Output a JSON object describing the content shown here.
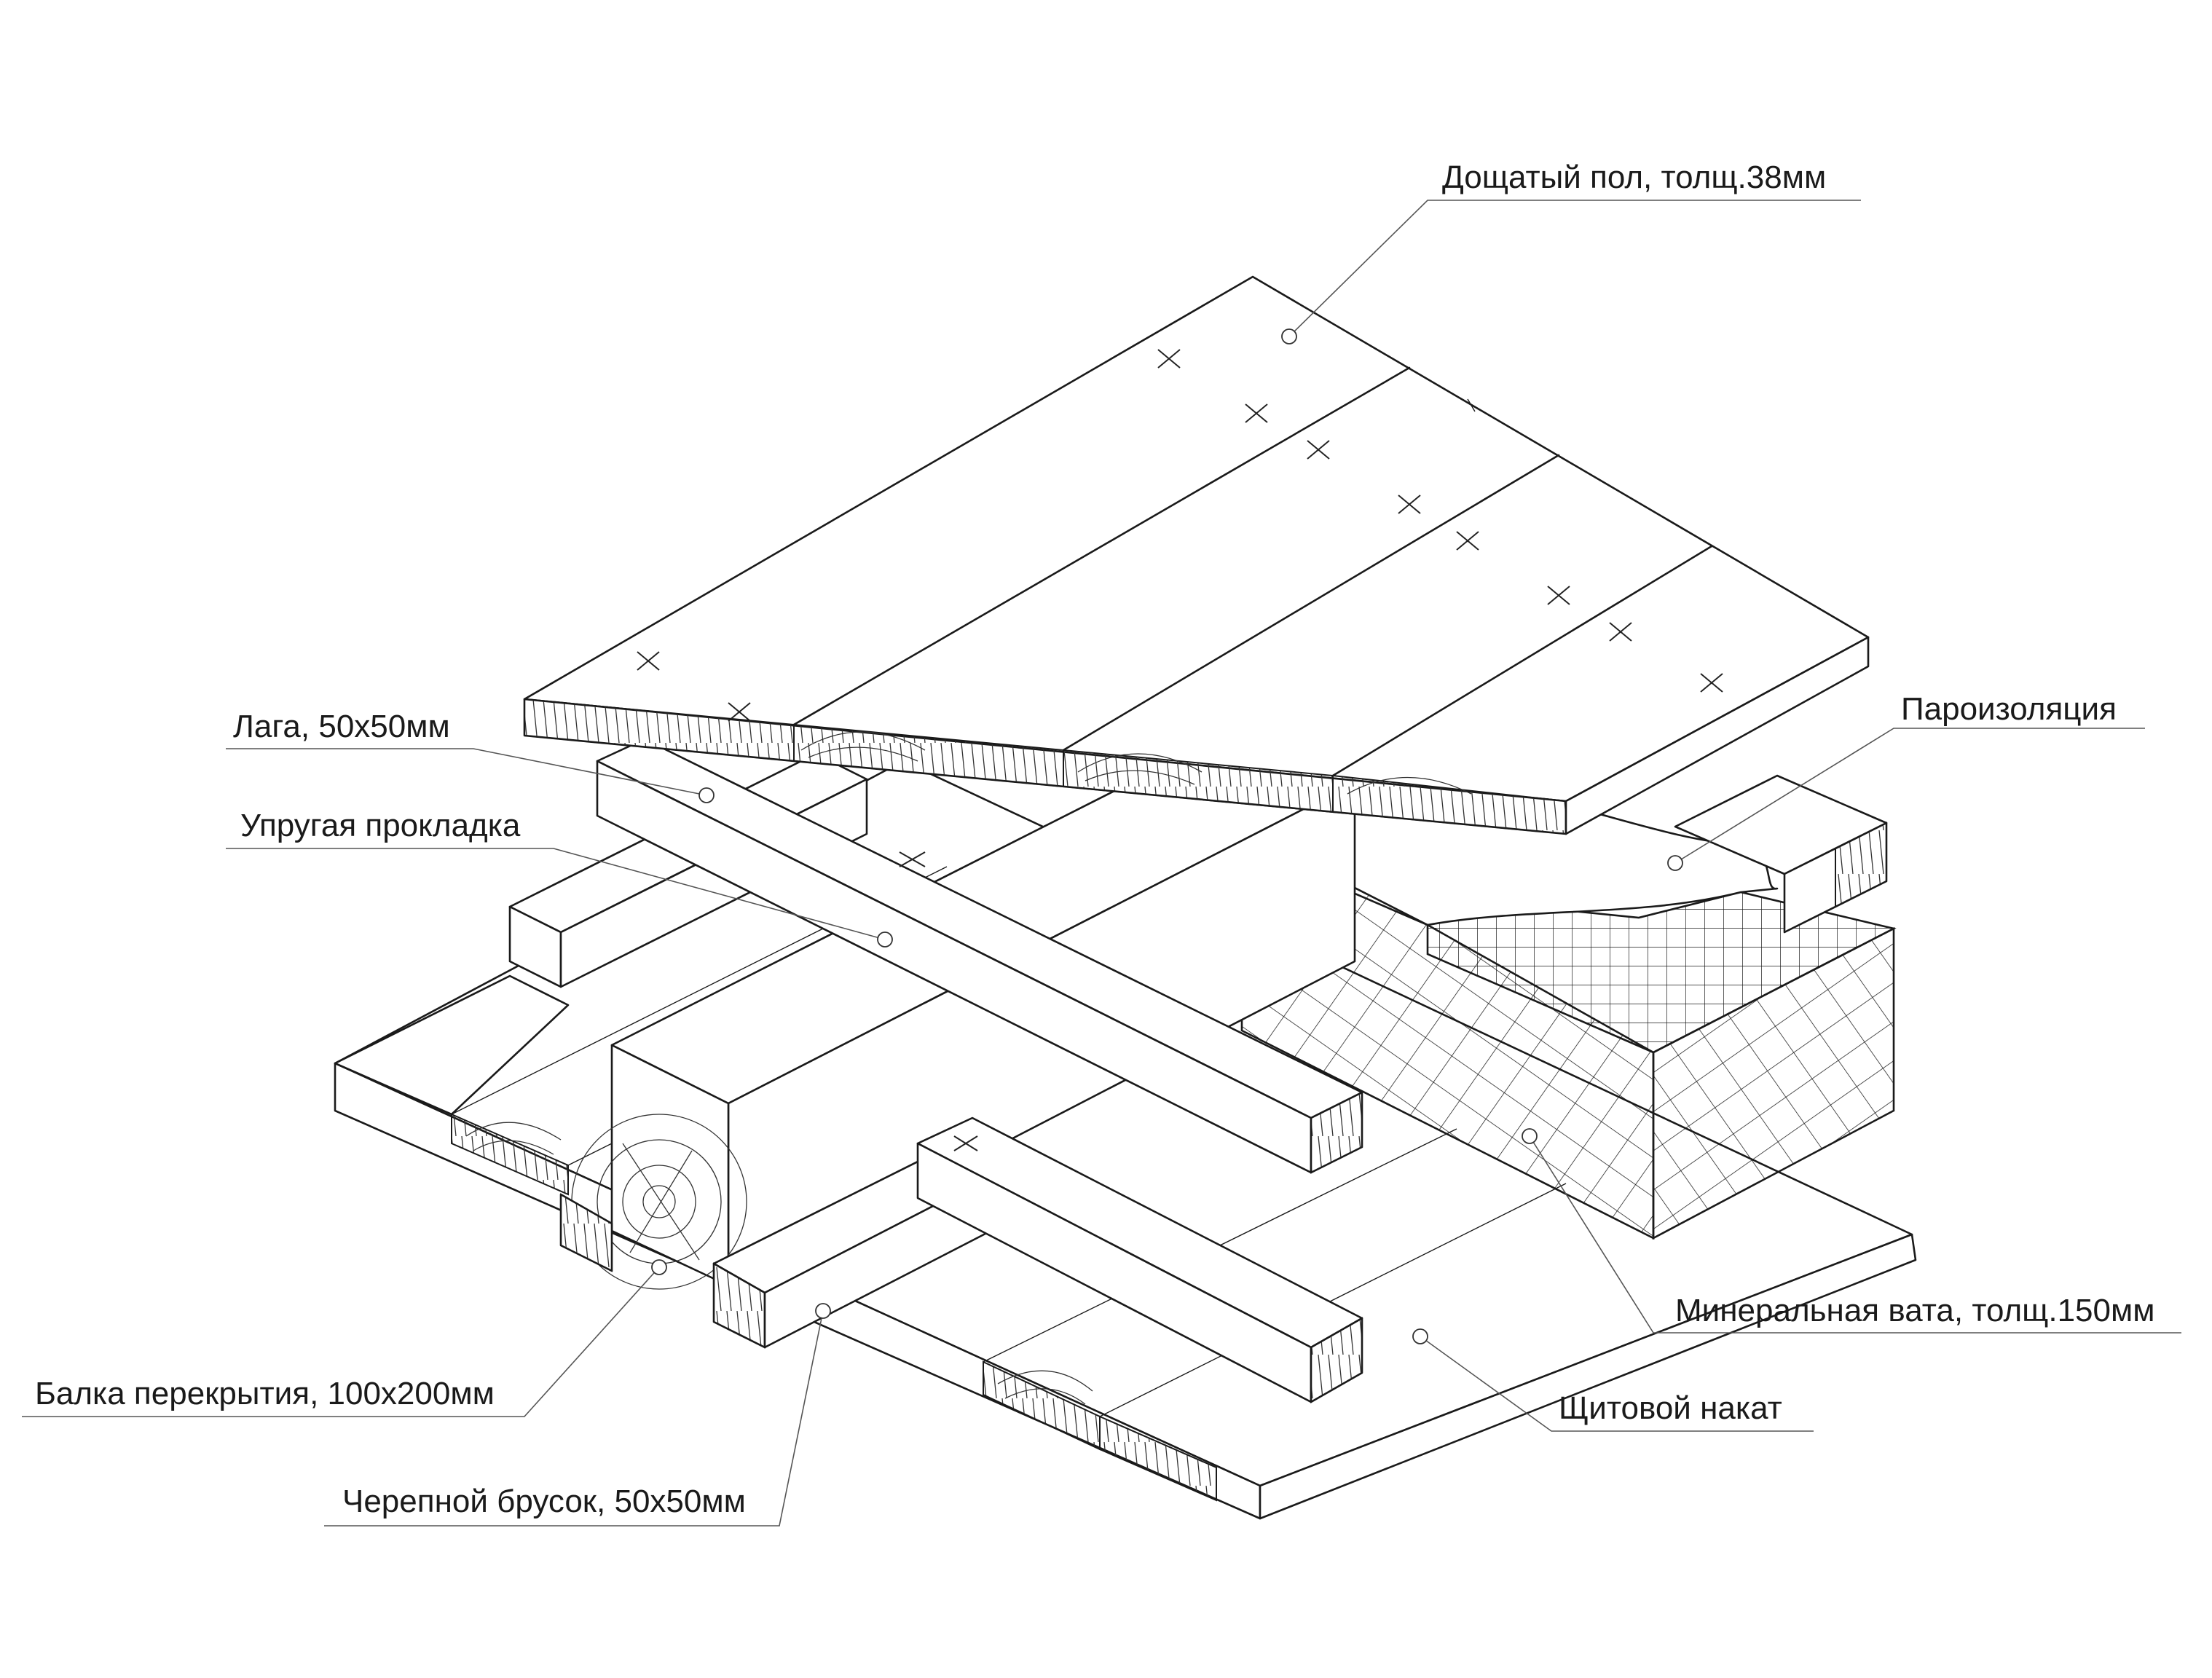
{
  "labels": {
    "floor_boards": "Дощатый пол, толщ.38мм",
    "lag": "Лага, 50х50мм",
    "elastic_pad": "Упругая прокладка",
    "vapor_barrier": "Пароизоляция",
    "mineral_wool": "Минеральная вата, толщ.150мм",
    "deck_shield": "Щитовой накат",
    "floor_beam": "Балка перекрытия, 100х200мм",
    "cranial_bar": "Черепной брусок, 50х50мм"
  }
}
